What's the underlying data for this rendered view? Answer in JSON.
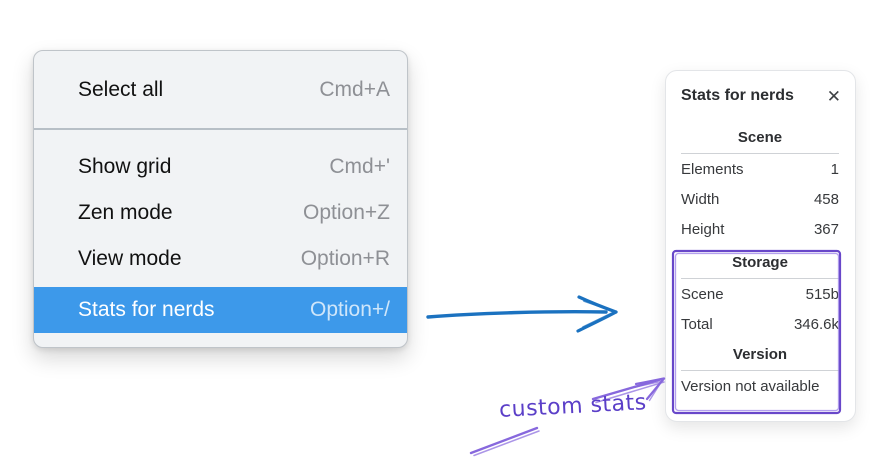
{
  "colors": {
    "menu_highlight_blue": "#3d99ea",
    "flow_arrow_blue": "#1b72c0",
    "annotation_violet": "#6741d9"
  },
  "context_menu": {
    "groups": [
      {
        "items": [
          {
            "label": "Select all",
            "shortcut": "Cmd+A",
            "selected": false
          }
        ]
      },
      {
        "items": [
          {
            "label": "Show grid",
            "shortcut": "Cmd+'",
            "selected": false
          },
          {
            "label": "Zen mode",
            "shortcut": "Option+Z",
            "selected": false
          },
          {
            "label": "View mode",
            "shortcut": "Option+R",
            "selected": false
          },
          {
            "label": "Stats for nerds",
            "shortcut": "Option+/",
            "selected": true
          }
        ]
      }
    ]
  },
  "stats_panel": {
    "title": "Stats for nerds",
    "close_icon": "✕",
    "sections": [
      {
        "heading": "Scene",
        "rows": [
          {
            "label": "Elements",
            "value": "1"
          },
          {
            "label": "Width",
            "value": "458"
          },
          {
            "label": "Height",
            "value": "367"
          }
        ]
      },
      {
        "heading": "Storage",
        "rows": [
          {
            "label": "Scene",
            "value": "515b"
          },
          {
            "label": "Total",
            "value": "346.6k"
          }
        ]
      },
      {
        "heading": "Version",
        "rows": [],
        "note": "Version not available"
      }
    ]
  },
  "annotation": {
    "label": "custom stats"
  }
}
